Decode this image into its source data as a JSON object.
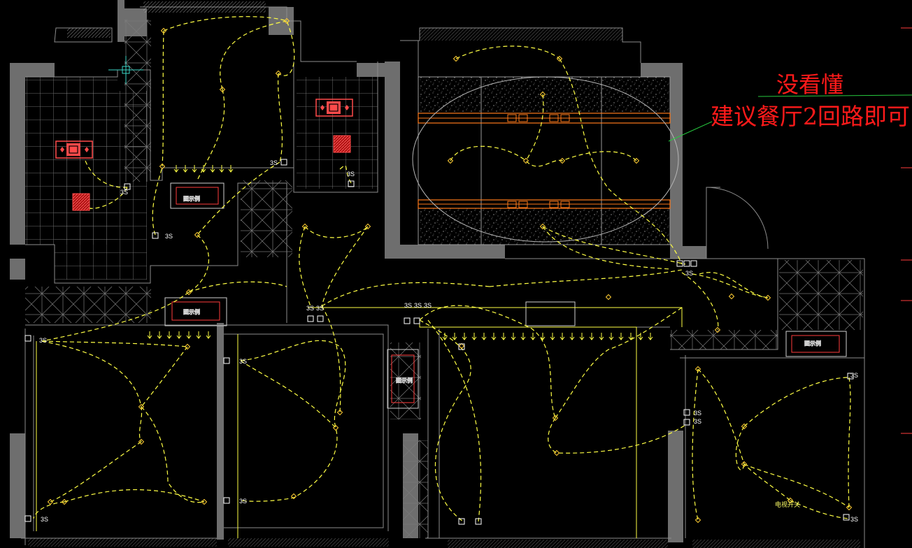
{
  "annotations": {
    "line1": "没看懂",
    "line2": "建议餐厅2回路即可"
  },
  "labels": {
    "switch_code": "3S",
    "heater_label": "图示例",
    "tv_switch": "电视开关"
  },
  "colors": {
    "background": "#000000",
    "walls": "#6b6b6b",
    "grid": "#9a9a9a",
    "wiring": "#ffff44",
    "fixtures": "#ff6a00",
    "annotation": "#ff1a1a",
    "leader": "#27c93f"
  }
}
